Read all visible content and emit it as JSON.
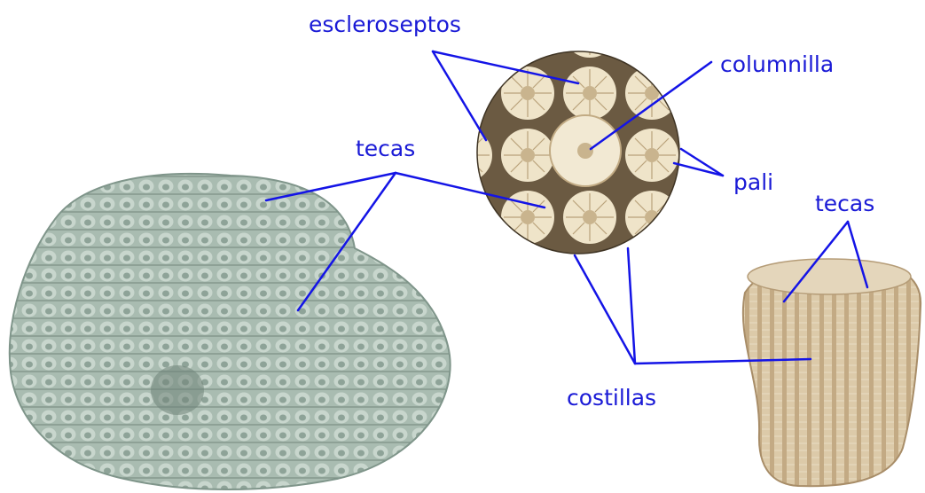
{
  "colors": {
    "label": "#1a1ad6",
    "leader": "#1414e6",
    "coral_left_base": "#9fb3a8",
    "coral_left_polyp": "#c4d3ca",
    "coral_left_shadow": "#6f8378",
    "coral_right_base": "#d9c6a6",
    "coral_right_rib": "#b89e79",
    "closeup_bg": "#5a4a36",
    "closeup_polyp": "#efe4c9"
  },
  "labels": {
    "escleroseptos": "escleroseptos",
    "columnilla": "columnilla",
    "tecas_left": "tecas",
    "pali": "pali",
    "tecas_right": "tecas",
    "costillas": "costillas"
  },
  "images": {
    "left_specimen": "massive-coral-colony-photo",
    "closeup": "corallite-closeup-circle",
    "right_specimen": "branching-coral-fragment-photo"
  }
}
